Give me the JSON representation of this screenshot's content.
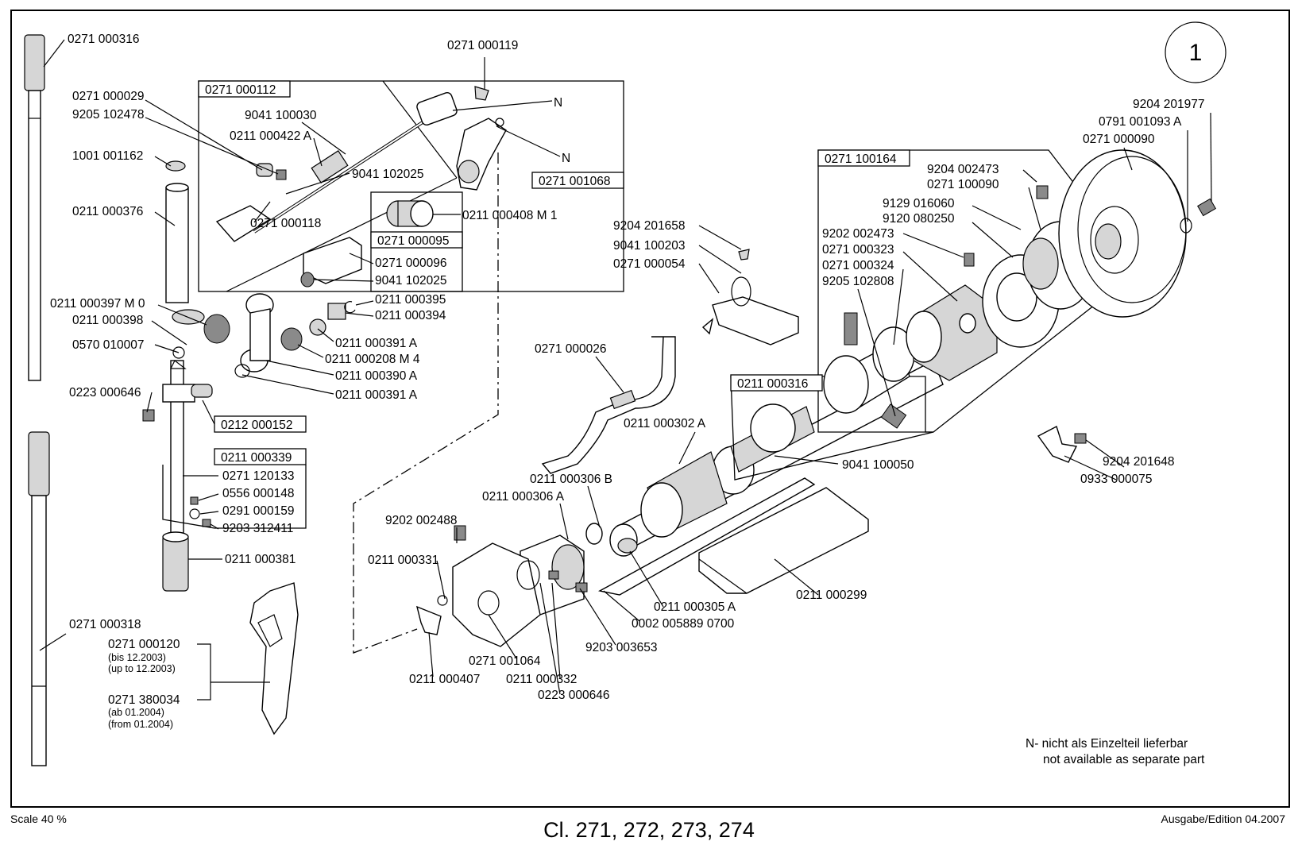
{
  "page_number": "1",
  "footer": {
    "scale": "Scale 40 %",
    "title": "Cl. 271, 272, 273, 274",
    "edition": "Ausgabe/Edition 04.2007"
  },
  "legend": {
    "line1": "N- nicht als Einzelteil lieferbar",
    "line2": "not available as separate part"
  },
  "markers": {
    "n1": "N",
    "n2": "N"
  },
  "group_labels": {
    "g112": "0271 000112",
    "g1068": "0271 001068",
    "g095": "0271 000095",
    "g152": "0212 000152",
    "g339": "0211 000339",
    "g164": "0271 100164",
    "g316": "0211 000316"
  },
  "notes": {
    "bis": "(bis 12.2003)",
    "upto": "(up to 12.2003)",
    "ab": "(ab 01.2004)",
    "from": "(from 01.2004)"
  },
  "parts": {
    "p0271000316": "0271 000316",
    "p0271000029": "0271 000029",
    "p9205102478": "9205 102478",
    "p1001001162": "1001 001162",
    "p0211000376": "0211 000376",
    "p0211000397M0": "0211 000397 M 0",
    "p0211000398": "0211 000398",
    "p0570010007": "0570 010007",
    "p0223000646a": "0223 000646",
    "p0271120133": "0271 120133",
    "p0556000148": "0556 000148",
    "p0291000159": "0291 000159",
    "p9203312411": "9203 312411",
    "p0211000381": "0211 000381",
    "p0271000318": "0271 000318",
    "p0271000120": "0271 000120",
    "p0271380034": "0271 380034",
    "p0271000119": "0271 000119",
    "p9041100030": "9041 100030",
    "p0211000422A": "0211 000422 A",
    "p9041102025a": "9041 102025",
    "p0271000118": "0271 000118",
    "p0211000408M1": "0211 000408 M 1",
    "p0271000096": "0271 000096",
    "p9041102025b": "9041 102025",
    "p0211000395": "0211 000395",
    "p0211000394": "0211 000394",
    "p0211000391Aa": "0211 000391 A",
    "p0211000208M4": "0211 000208 M 4",
    "p0211000390A": "0211 000390 A",
    "p0211000391Ab": "0211 000391 A",
    "p9204201658": "9204 201658",
    "p9041100203": "9041 100203",
    "p0271000054": "0271 000054",
    "p0271000026": "0271 000026",
    "p0211000302A": "0211 000302 A",
    "p0211000306B": "0211 000306 B",
    "p0211000306A": "0211 000306 A",
    "p9202002488": "9202 002488",
    "p0211000331": "0211 000331",
    "p0271001064": "0271 001064",
    "p0211000407": "0211 000407",
    "p0211000332": "0211 000332",
    "p0223000646b": "0223 000646",
    "p9203003653": "9203 003653",
    "p0211000305A": "0211 000305 A",
    "p000200588907": "0002 005889 0700",
    "p0211000299": "0211 000299",
    "p9041100050": "9041 100050",
    "p9204201977": "9204 201977",
    "p0791001093A": "0791 001093 A",
    "p0271000090": "0271 000090",
    "p9204002473": "9204 002473",
    "p0271100090": "0271 100090",
    "p9129016060": "9129 016060",
    "p9120080250": "9120 080250",
    "p9202002473": "9202 002473",
    "p0271000323": "0271 000323",
    "p0271000324": "0271 000324",
    "p9205102808": "9205 102808",
    "p9204201648": "9204 201648",
    "p0933000075": "0933 000075"
  }
}
